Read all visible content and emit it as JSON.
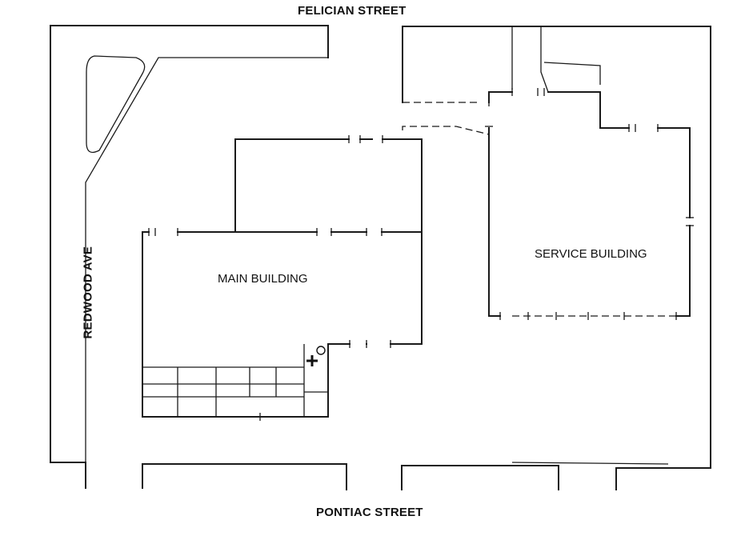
{
  "streets": {
    "north": "FELICIAN STREET",
    "south": "PONTIAC STREET",
    "west": "REDWOOD AVE"
  },
  "buildings": {
    "main": "MAIN BUILDING",
    "service": "SERVICE BUILDING"
  },
  "icons": {
    "first_aid": "cross-icon",
    "hydrant": "circle-icon"
  }
}
